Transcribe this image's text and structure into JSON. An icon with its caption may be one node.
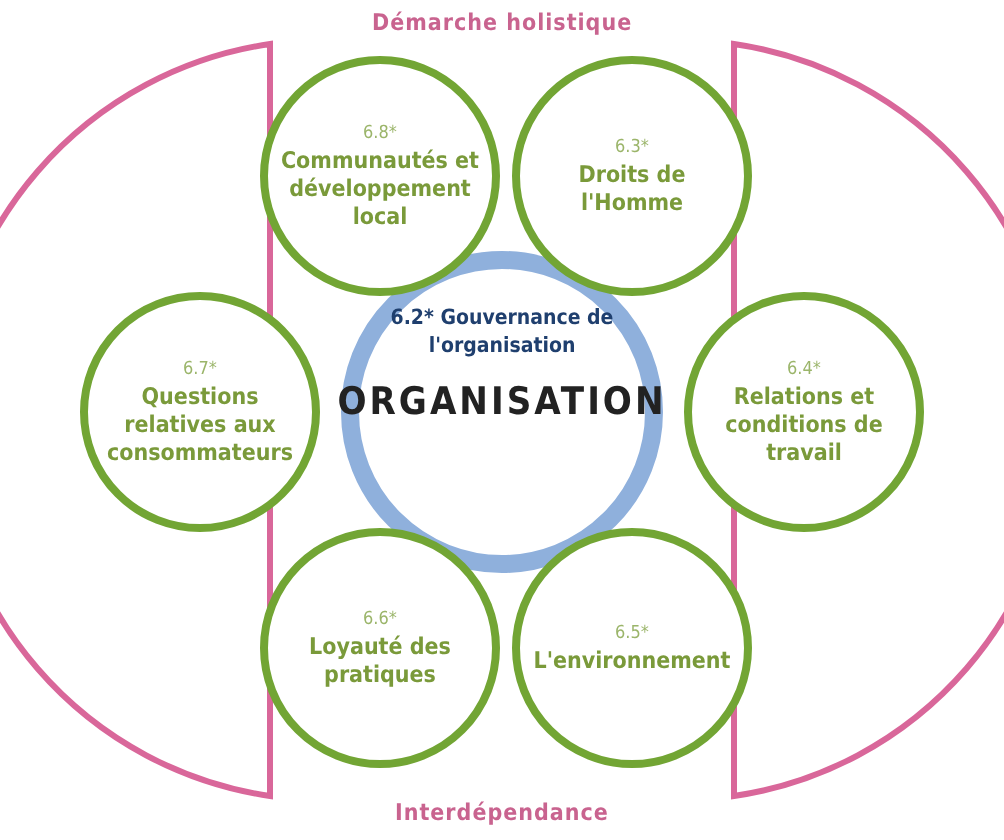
{
  "diagram": {
    "nodes": [
      {
        "text": [
          "6.2* Gouvernance de l'organisation",
          "ORGANISATION"
        ]
      },
      {
        "text": [
          "6.8*",
          "Communautés et développement local"
        ]
      },
      {
        "text": [
          "6.3*",
          "Droits de l'Homme"
        ]
      },
      {
        "text": [
          "6.7*",
          "Questions relatives aux consommateurs"
        ]
      },
      {
        "text": [
          "6.4*",
          "Relations et conditions de travail"
        ]
      },
      {
        "text": [
          "6.6*",
          "Loyauté des pratiques"
        ]
      },
      {
        "text": [
          "6.5*",
          "L'environnement"
        ]
      }
    ],
    "labels": [
      "Démarche holistique",
      "Interdépendance"
    ]
  }
}
